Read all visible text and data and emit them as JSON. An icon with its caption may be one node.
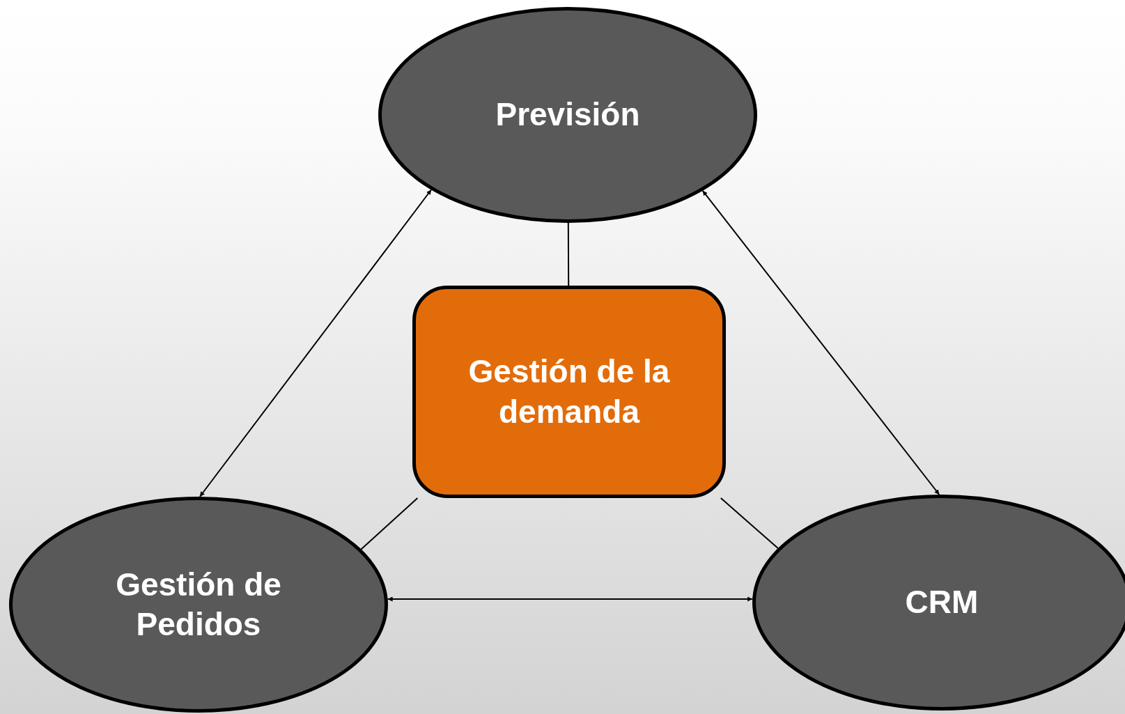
{
  "diagram": {
    "nodes": [
      {
        "text": [
          "Previsión"
        ]
      },
      {
        "text": [
          "Gestión de la demanda"
        ]
      },
      {
        "text": [
          "Gestión de Pedidos"
        ]
      },
      {
        "text": [
          "CRM"
        ]
      }
    ],
    "edges": [
      {
        "from": 0,
        "to": 2,
        "arrow": "both"
      },
      {
        "from": 0,
        "to": 3,
        "arrow": "both"
      },
      {
        "from": 2,
        "to": 3,
        "arrow": "both"
      },
      {
        "from": 1,
        "to": 0,
        "arrow": "none"
      },
      {
        "from": 1,
        "to": 2,
        "arrow": "none"
      },
      {
        "from": 1,
        "to": 3,
        "arrow": "none"
      }
    ]
  }
}
